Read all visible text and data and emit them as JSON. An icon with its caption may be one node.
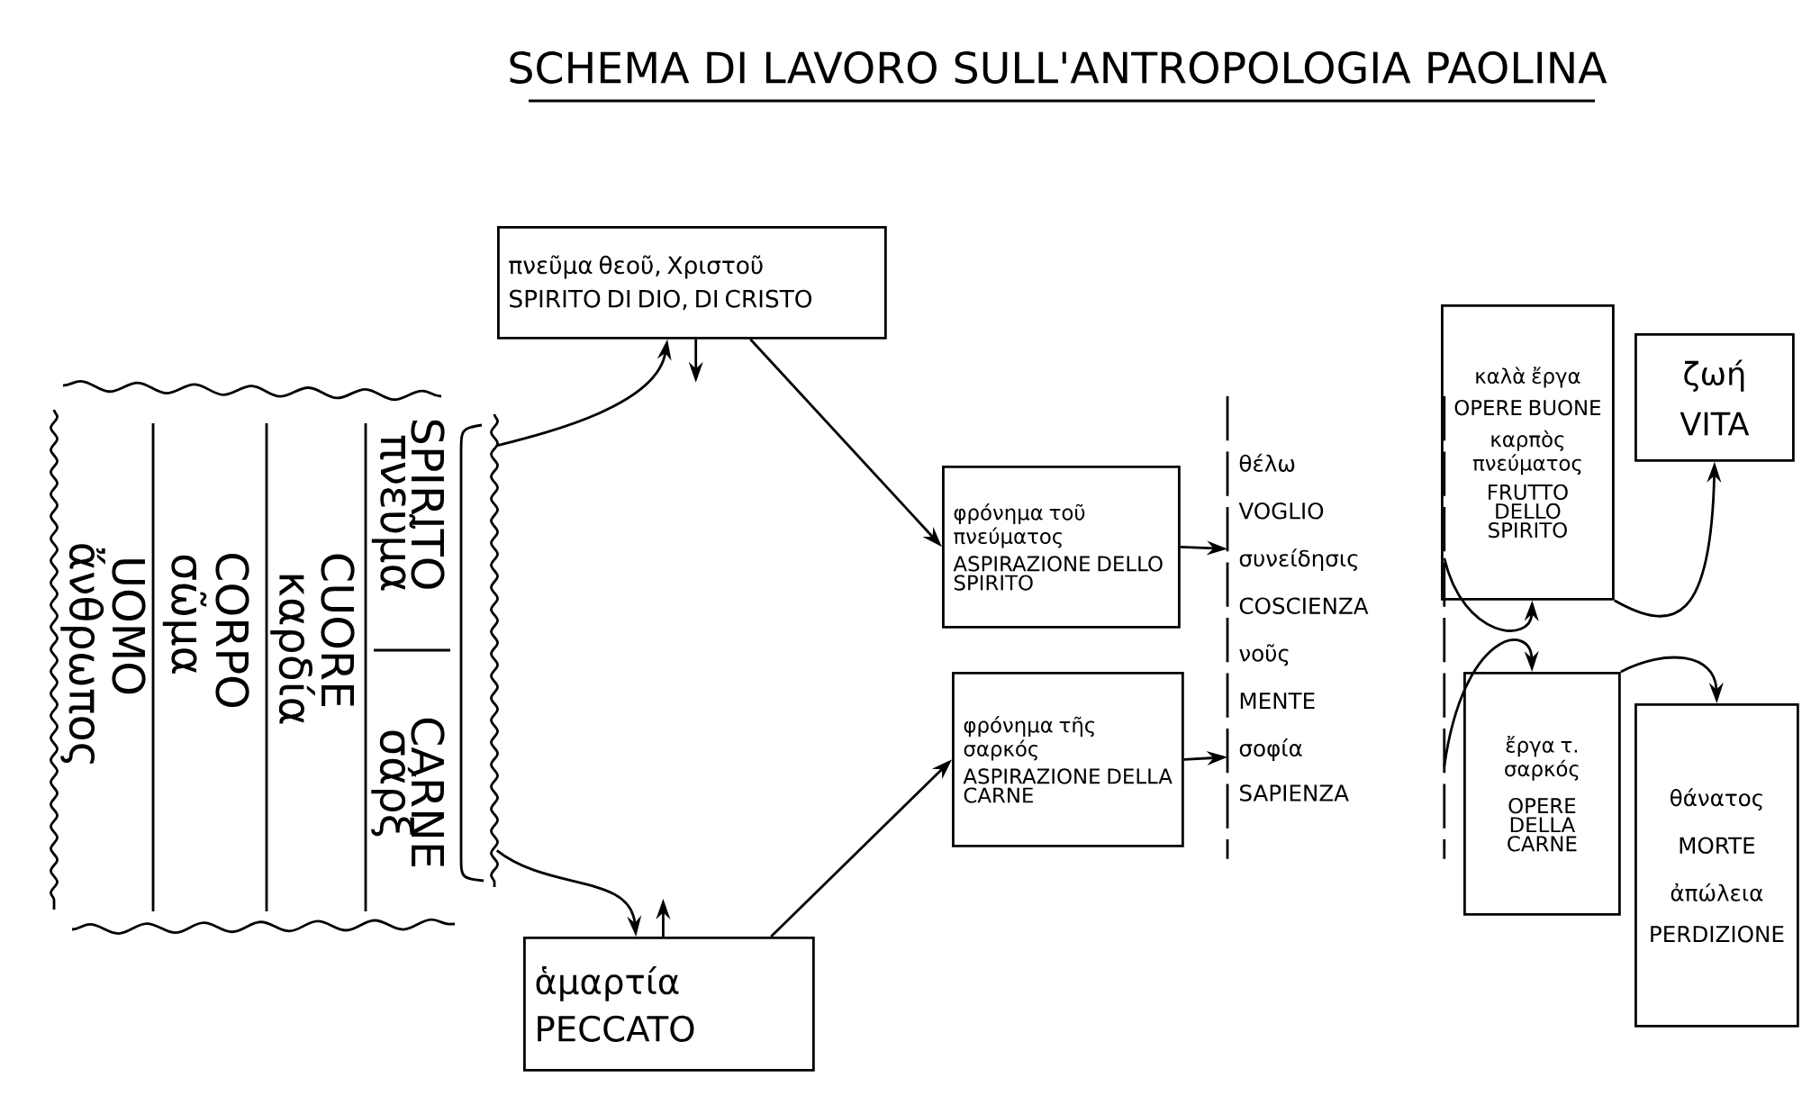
{
  "diagram": {
    "title": "SCHEMA DI LAVORO SULL'ANTROPOLOGIA PAOLINA",
    "nodes": [
      {
        "text": [
          "ἄνθρωπος",
          "UOMO",
          "σῶμα",
          "CORPO",
          "καρδία",
          "CUORE",
          "πνεῦμα",
          "SPIRITO",
          "σάρξ",
          "CARNE"
        ]
      },
      {
        "text": [
          "πνεῦμα θεοῦ, Χριστοῦ",
          "SPIRITO DI DIO, DI CRISTO"
        ]
      },
      {
        "text": [
          "φρόνημα τοῦ πνεύματος",
          "ASPIRAZIONE DELLO SPIRITO"
        ]
      },
      {
        "text": [
          "φρόνημα τῆς σαρκός",
          "ASPIRAZIONE DELLA CARNE"
        ]
      },
      {
        "text": [
          "ἁμαρτία",
          "PECCATO"
        ]
      },
      {
        "text": [
          "θέλω",
          "VOGLIO",
          "συνείδησις",
          "COSCIENZA",
          "νοῦς",
          "MENTE",
          "σοφία",
          "SAPIENZA"
        ]
      },
      {
        "text": [
          "καλὰ ἔργα",
          "OPERE BUONE",
          "καρπὸς πνεύματος",
          "FRUTTO DELLO SPIRITO"
        ]
      },
      {
        "text": [
          "ἔργα τ. σαρκός",
          "OPERE DELLA CARNE"
        ]
      },
      {
        "text": [
          "ζωή",
          "VITA"
        ]
      },
      {
        "text": [
          "θάνατος",
          "MORTE",
          "ἀπώλεια",
          "PERDIZIONE"
        ]
      }
    ],
    "edges": [
      {
        "from": 0,
        "to": 1,
        "arrow": "to"
      },
      {
        "from": 0,
        "to": 4,
        "arrow": "to"
      },
      {
        "from": 1,
        "to": null,
        "arrow": "to"
      },
      {
        "from": 4,
        "to": null,
        "arrow": "to"
      },
      {
        "from": 1,
        "to": 2,
        "arrow": "to"
      },
      {
        "from": 4,
        "to": 3,
        "arrow": "to"
      },
      {
        "from": 2,
        "to": 5,
        "arrow": "to"
      },
      {
        "from": 3,
        "to": 5,
        "arrow": "to"
      },
      {
        "from": 5,
        "to": 6,
        "arrow": "to"
      },
      {
        "from": 5,
        "to": 7,
        "arrow": "to"
      },
      {
        "from": 6,
        "to": 8,
        "arrow": "to"
      },
      {
        "from": 7,
        "to": 9,
        "arrow": "to"
      }
    ]
  }
}
